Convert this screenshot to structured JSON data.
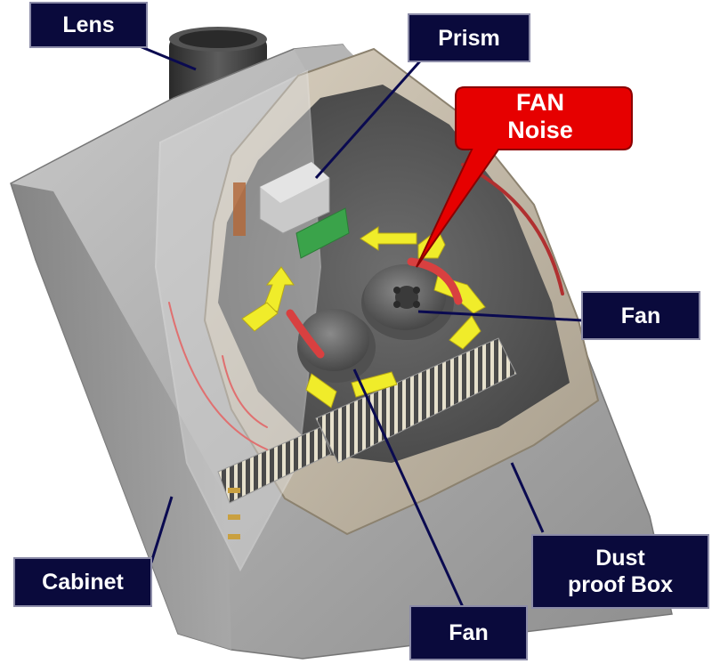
{
  "labels": {
    "lens": "Lens",
    "prism": "Prism",
    "fan_right": "Fan",
    "fan_bottom": "Fan",
    "cabinet": "Cabinet",
    "dust_box_line1": "Dust",
    "dust_box_line2": "proof Box",
    "callout_line1": "FAN",
    "callout_line2": "Noise"
  },
  "colors": {
    "label_background": "#0a0a3c",
    "callout": "#e60000",
    "airflow_arrows": "#f0ec2a",
    "noise_arcs": "#d84040",
    "leader_lines": "#0a0a50"
  }
}
